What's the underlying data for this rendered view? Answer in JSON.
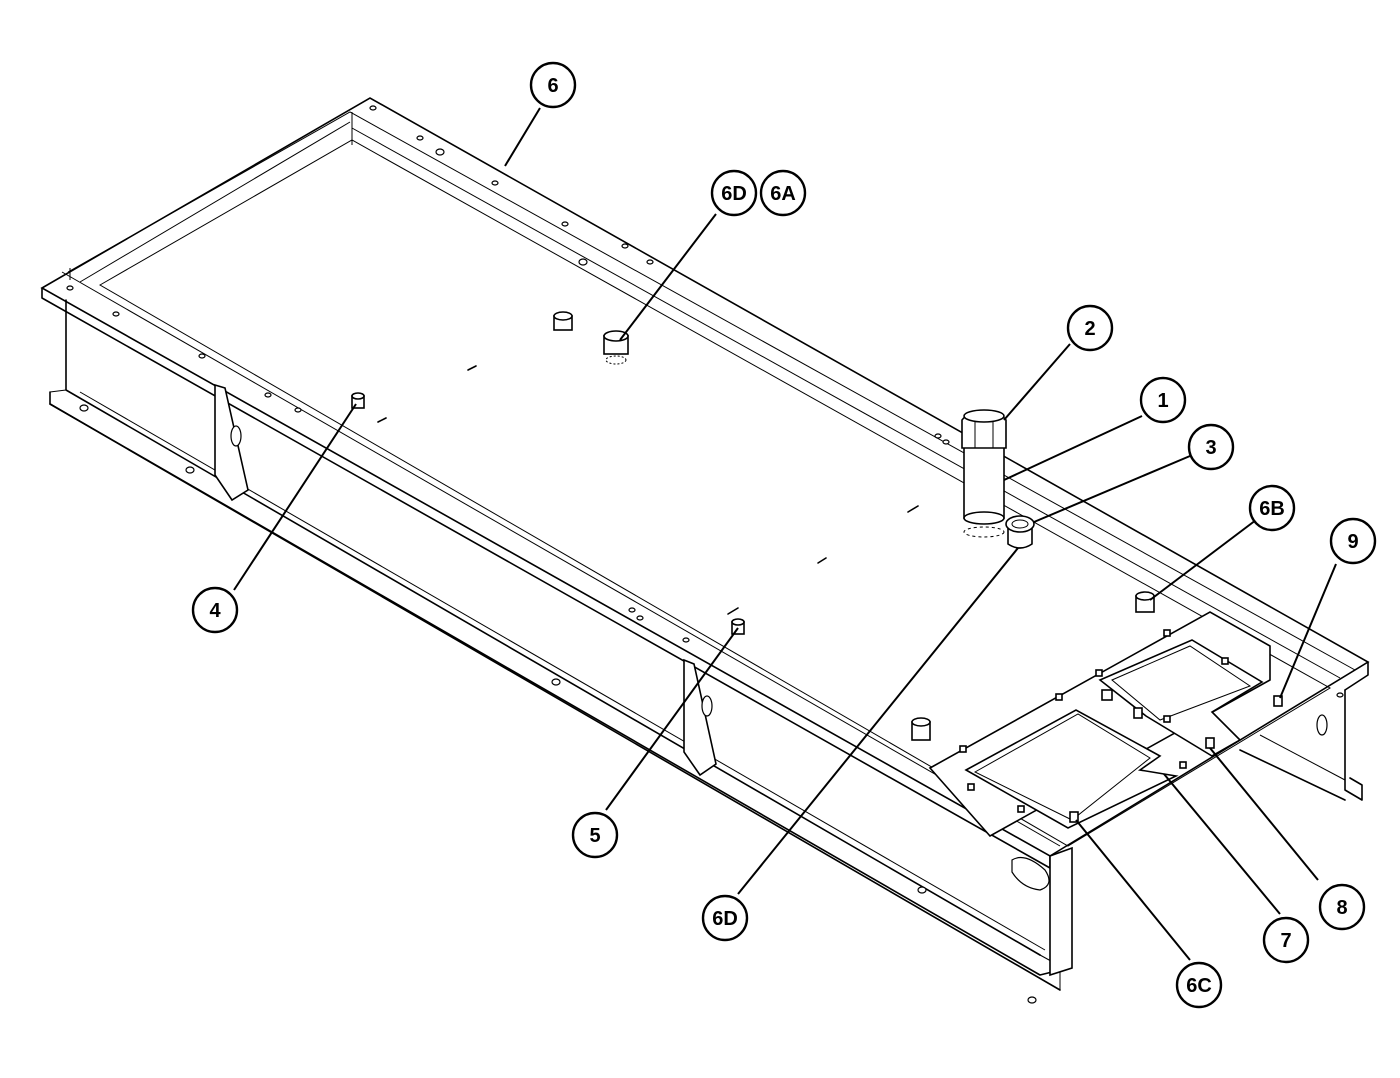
{
  "callouts": [
    {
      "id": "c-6",
      "label": "6"
    },
    {
      "id": "c-6d-top",
      "label": "6D"
    },
    {
      "id": "c-6a",
      "label": "6A"
    },
    {
      "id": "c-2",
      "label": "2"
    },
    {
      "id": "c-1",
      "label": "1"
    },
    {
      "id": "c-3",
      "label": "3"
    },
    {
      "id": "c-6b",
      "label": "6B"
    },
    {
      "id": "c-9",
      "label": "9"
    },
    {
      "id": "c-4",
      "label": "4"
    },
    {
      "id": "c-5",
      "label": "5"
    },
    {
      "id": "c-6d-bot",
      "label": "6D"
    },
    {
      "id": "c-8",
      "label": "8"
    },
    {
      "id": "c-7",
      "label": "7"
    },
    {
      "id": "c-6c",
      "label": "6C"
    }
  ]
}
